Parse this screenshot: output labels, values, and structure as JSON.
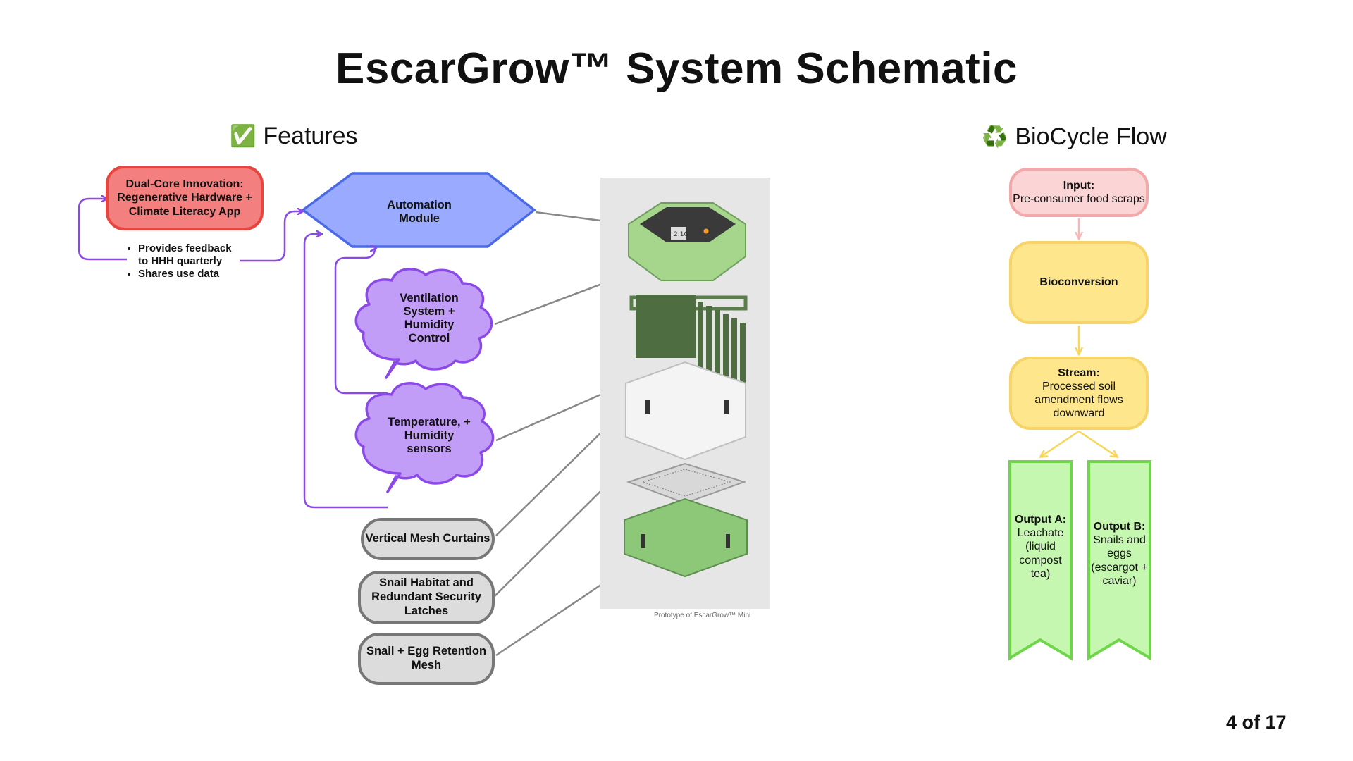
{
  "title": "EscarGrow™ System Schematic",
  "features": {
    "heading": "Features",
    "heading_icon": "✅",
    "dual_core": "Dual-Core Innovation: Regenerative Hardware + Climate Literacy App",
    "notes": [
      "Provides feedback to HHH quarterly",
      "Shares use data"
    ],
    "automation": "Automation Module",
    "ventilation": "Ventilation System + Humidity Control",
    "temperature": "Temperature, + Humidity sensors",
    "vertical_mesh": "Vertical Mesh Curtains",
    "snail_habitat": "Snail Habitat and Redundant Security Latches",
    "retention_mesh": "Snail + Egg Retention Mesh"
  },
  "photo": {
    "caption": "Prototype of EscarGrow™ Mini",
    "device_label": "2:1C"
  },
  "biocycle": {
    "heading": "BioCycle Flow",
    "heading_icon": "♻️",
    "input_label": "Input:",
    "input_text": "Pre-consumer food scraps",
    "bioconversion": "Bioconversion",
    "stream_label": "Stream:",
    "stream_text": "Processed soil amendment flows downward",
    "output_a_label": "Output A:",
    "output_a_text": "Leachate (liquid compost tea)",
    "output_b_label": "Output B:",
    "output_b_text": "Snails and eggs (escargot + caviar)"
  },
  "page": "4 of 17",
  "colors": {
    "dual_fill": "#f47f7f",
    "automation_fill": "#99aaff",
    "cloud_fill": "#c29df7",
    "purple_arrow": "#8b4ae8",
    "green_output": "#c6f7b0",
    "yellow": "#fde68c"
  }
}
